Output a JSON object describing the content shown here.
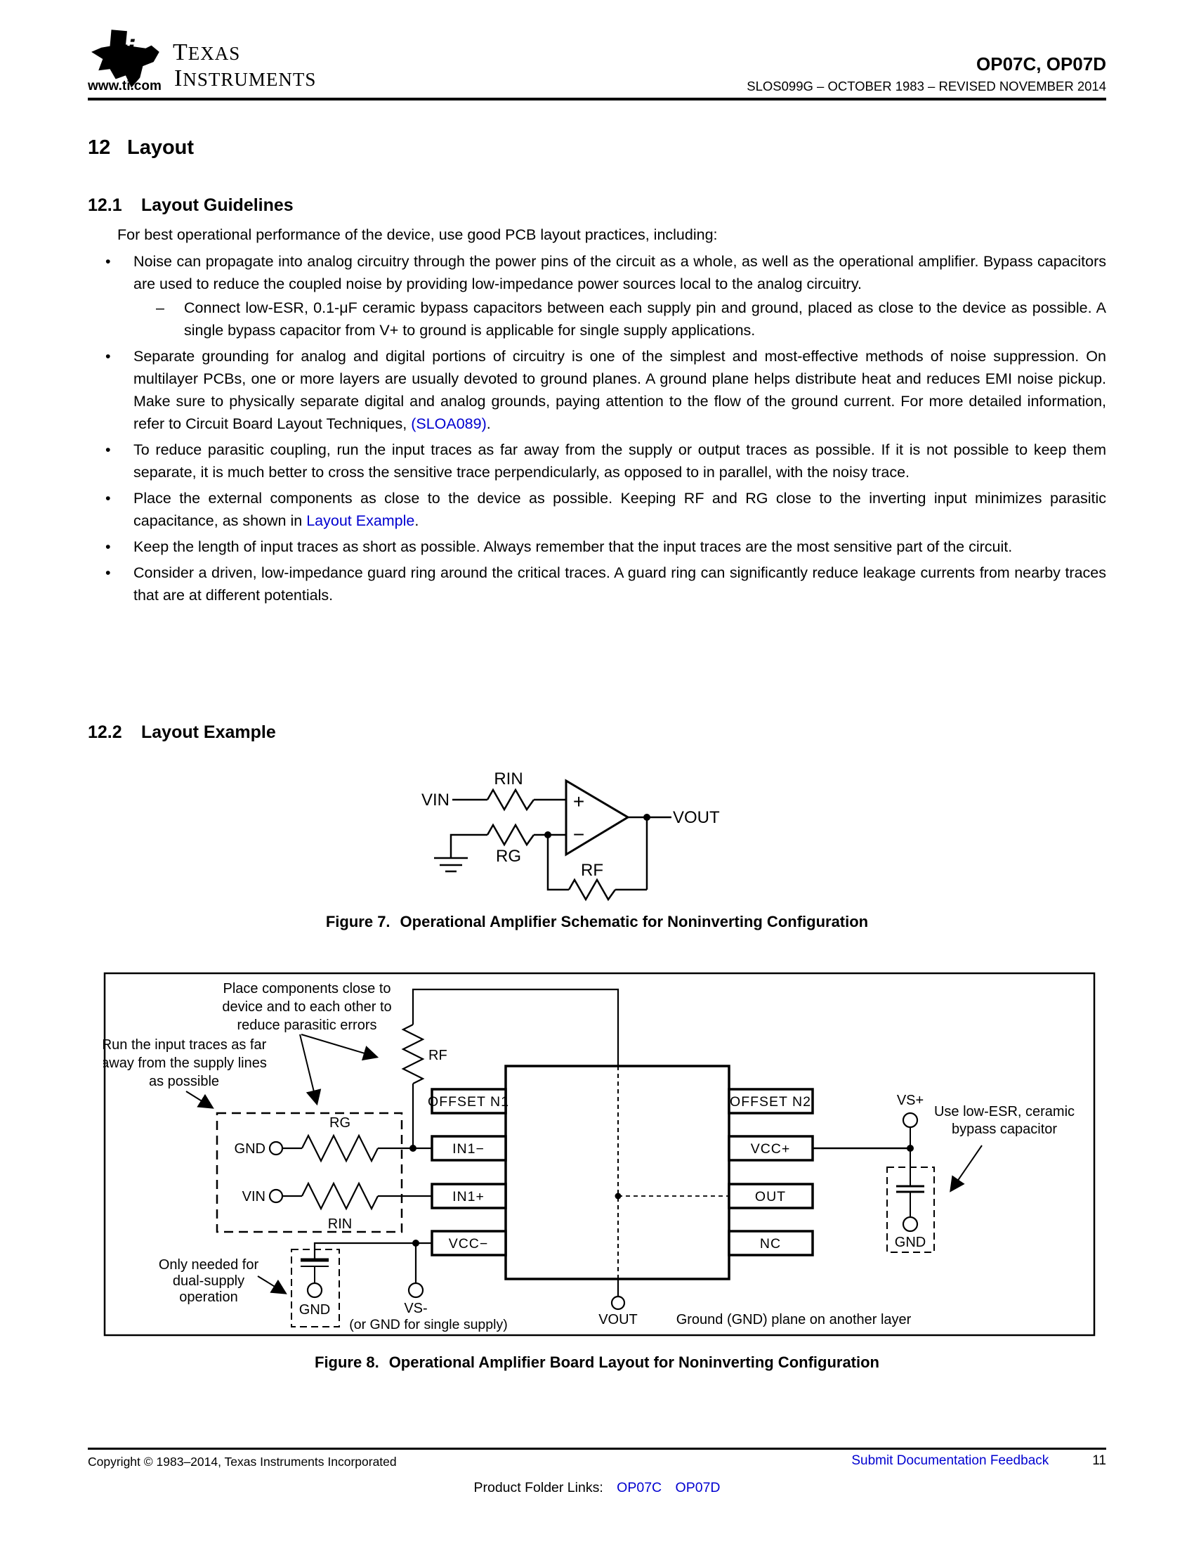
{
  "header": {
    "logo_texas": "TEXAS",
    "logo_instruments": "INSTRUMENTS",
    "logo_ti": "ti",
    "website": "www.ti.com",
    "part_numbers": "OP07C, OP07D",
    "revision": "SLOS099G – OCTOBER 1983 – REVISED NOVEMBER 2014"
  },
  "section12": {
    "number": "12",
    "title": "Layout"
  },
  "section121": {
    "number": "12.1",
    "title": "Layout Guidelines"
  },
  "section122": {
    "number": "12.2",
    "title": "Layout Example"
  },
  "marks": {
    "bullet": "•",
    "dash": "–"
  },
  "intro": "For best operational performance of the device, use good PCB layout practices, including:",
  "bullets": {
    "b1": "Noise can propagate into analog circuitry through the power pins of the circuit as a whole, as well as the operational amplifier. Bypass capacitors are used to reduce the coupled noise by providing low-impedance power sources local to the analog circuitry.",
    "b1_sub": "Connect low-ESR, 0.1-μF ceramic bypass capacitors between each supply pin and ground, placed as close to the device as possible. A single bypass capacitor from V+ to ground is applicable for single supply applications.",
    "b2_pre": "Separate grounding for analog and digital portions of circuitry is one of the simplest and most-effective methods of noise suppression. On multilayer PCBs, one or more layers are usually devoted to ground planes. A ground plane helps distribute heat and reduces EMI noise pickup. Make sure to physically separate digital and analog grounds, paying attention to the flow of the ground current. For more detailed information, refer to Circuit Board Layout Techniques, ",
    "b2_link": "(SLOA089)",
    "b2_post": ".",
    "b3": "To reduce parasitic coupling, run the input traces as far away from the supply or output traces as possible. If it is not possible to keep them separate, it is much better to cross the sensitive trace perpendicularly, as opposed to in parallel, with the noisy trace.",
    "b4_pre": "Place the external components as close to the device as possible. Keeping RF and RG close to the inverting input minimizes parasitic capacitance, as shown in ",
    "b4_link": "Layout Example",
    "b4_post": ".",
    "b5": "Keep the length of input traces as short as possible. Always remember that the input traces are the most sensitive part of the circuit.",
    "b6": "Consider a driven, low-impedance guard ring around the critical traces. A guard ring can significantly reduce leakage currents from nearby traces that are at different potentials."
  },
  "fig7": {
    "caption_label": "Figure 7.",
    "caption_text": "Operational Amplifier Schematic for Noninverting Configuration",
    "vin": "VIN",
    "rin": "RIN",
    "rg": "RG",
    "rf": "RF",
    "vout": "VOUT",
    "plus": "+",
    "minus": "−"
  },
  "fig8": {
    "caption_label": "Figure 8.",
    "caption_text": "Operational Amplifier Board Layout for Noninverting Configuration",
    "note_place": [
      "Place components close to",
      "device and to each other to",
      "reduce parasitic errors"
    ],
    "note_run": [
      "Run the input traces as far",
      "away from the supply lines",
      "as possible"
    ],
    "note_dual": [
      "Only needed for",
      "dual-supply",
      "operation"
    ],
    "note_bypass": [
      "Use low-ESR, ceramic",
      "bypass capacitor"
    ],
    "pins_left": [
      "OFFSET N1",
      "IN1−",
      "IN1+",
      "VCC−"
    ],
    "pins_right": [
      "OFFSET N2",
      "VCC+",
      "OUT",
      "NC"
    ],
    "rg": "RG",
    "rin": "RIN",
    "rf": "RF",
    "gnd_in": "GND",
    "vin": "VIN",
    "vs_plus": "VS+",
    "gnd_bypass": "GND",
    "gnd_dual": "GND",
    "vs_minus": "VS-",
    "vs_minus_note": "(or GND for single supply)",
    "vout": "VOUT",
    "gnd_plane": "Ground (GND) plane on another layer"
  },
  "footer": {
    "copyright": "Copyright © 1983–2014, Texas Instruments Incorporated",
    "feedback": "Submit Documentation Feedback",
    "page": "11",
    "folder_label": "Product Folder Links:",
    "link1": "OP07C",
    "link2": "OP07D"
  },
  "colors": {
    "link_blue": "#0000d0",
    "text": "#000000",
    "background": "#ffffff"
  }
}
